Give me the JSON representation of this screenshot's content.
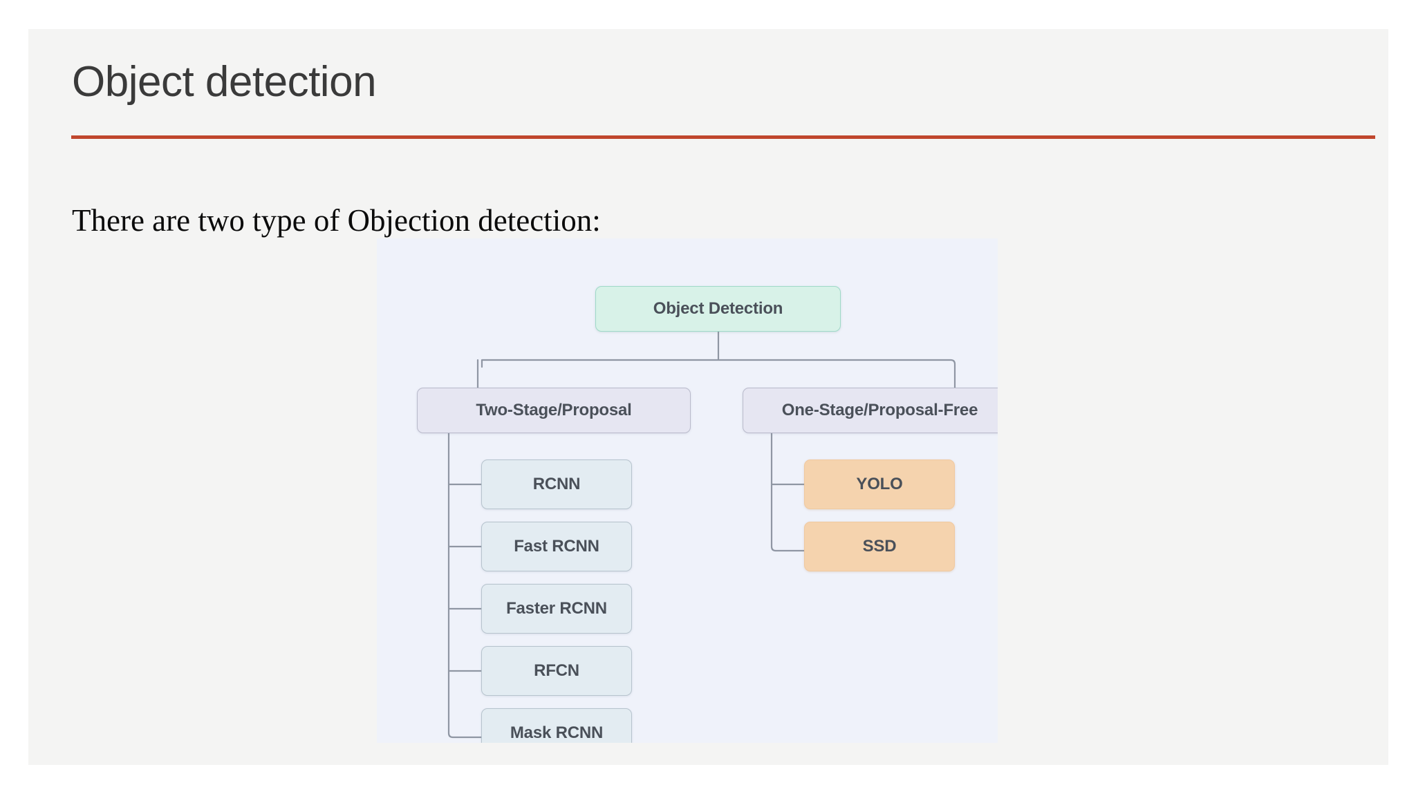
{
  "slide": {
    "title": "Object detection",
    "body_text": "There are two type of Objection detection:",
    "background_color": "#f4f4f3",
    "rule_color": "#c0462d",
    "title_color": "#3a3a3a"
  },
  "diagram": {
    "background_color": "#eff2fa",
    "edge_color": "#8f96a3",
    "nodes": {
      "root": {
        "label": "Object Detection",
        "fill": "#d8f2e8",
        "border": "#9fd9c8"
      },
      "branch_left": {
        "label": "Two-Stage/Proposal",
        "fill": "#e6e6f2",
        "border": "#b9bacb"
      },
      "branch_right": {
        "label": "One-Stage/Proposal-Free",
        "fill": "#e6e6f2",
        "border": "#b9bacb"
      },
      "left_children": [
        {
          "label": "RCNN",
          "fill": "#e3ecf2"
        },
        {
          "label": "Fast RCNN",
          "fill": "#e3ecf2"
        },
        {
          "label": "Faster RCNN",
          "fill": "#e3ecf2"
        },
        {
          "label": "RFCN",
          "fill": "#e3ecf2"
        },
        {
          "label": "Mask RCNN",
          "fill": "#e3ecf2"
        }
      ],
      "right_children": [
        {
          "label": "YOLO",
          "fill": "#f5d3ae"
        },
        {
          "label": "SSD",
          "fill": "#f5d3ae"
        }
      ]
    }
  }
}
